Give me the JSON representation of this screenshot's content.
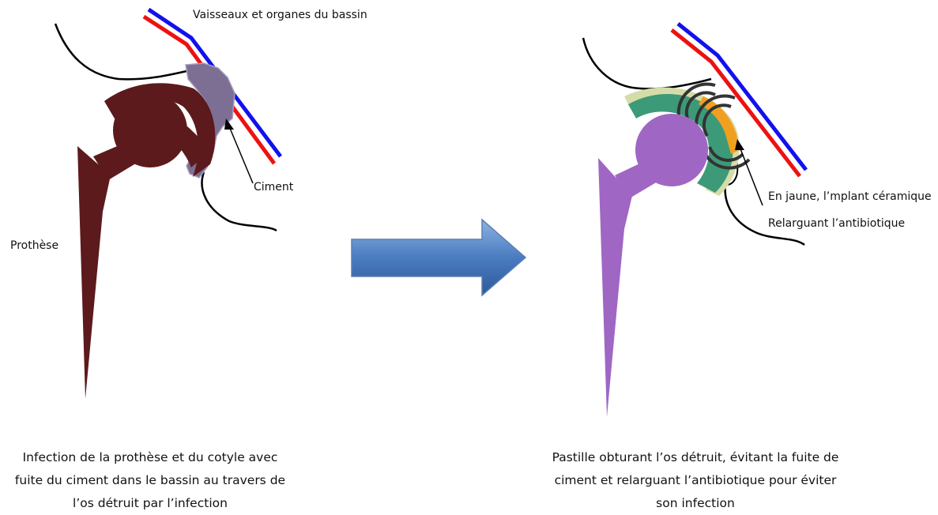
{
  "labels": {
    "vessels": "Vaisseaux et organes du bassin",
    "cement": "Ciment",
    "prosthesis": "Prothèse",
    "yellow_implant": "En jaune, l’mplant céramique",
    "antibiotic": "Relarguant l’antibiotique"
  },
  "captions": {
    "left": [
      "Infection de la prothèse et du cotyle avec",
      "fuite du ciment dans le bassin au travers de",
      "l’os détruit par l’infection"
    ],
    "right": [
      "Pastille obturant l’os détruit, évitant la fuite de",
      "ciment et relarguant l’antibiotique pour éviter",
      "son infection"
    ]
  },
  "colors": {
    "prosthesis_left": "#5c1a1c",
    "cement": "#7d6f94",
    "vessel_red": "#ee1111",
    "vessel_blue": "#1111ee",
    "prosthesis_right": "#a066c4",
    "cup_green": "#3c9a78",
    "cup_edge": "#d6dca8",
    "implant_yellow": "#f0a020",
    "arrow_blue": "#4a7cc0"
  }
}
